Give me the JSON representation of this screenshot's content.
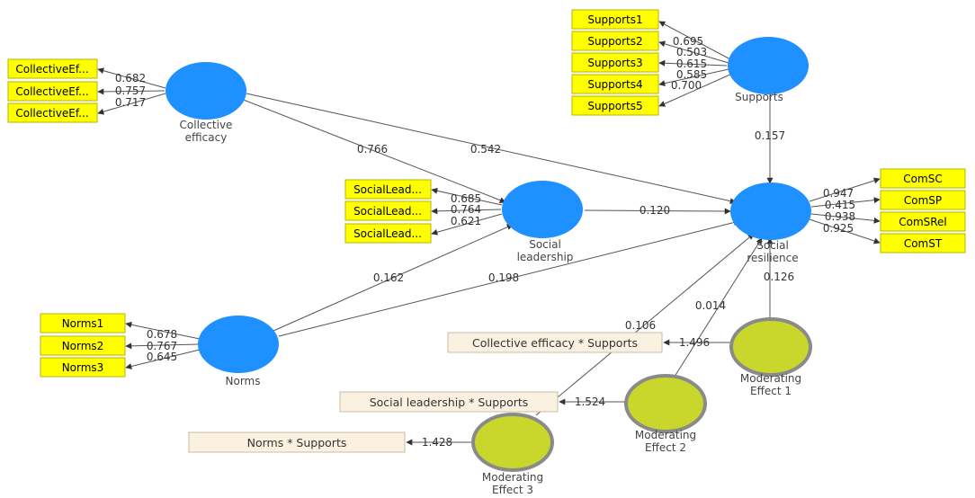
{
  "colors": {
    "latent": "#1e90ff",
    "moderator": "#c9d62b",
    "moderator_border": "#8a8a8a",
    "indicator": "#ffff00",
    "interaction_box": "#fbf1e1"
  },
  "latents": {
    "collective_efficacy": {
      "label": [
        "Collective",
        "efficacy"
      ]
    },
    "social_leadership": {
      "label": [
        "Social",
        "leadership"
      ]
    },
    "norms": {
      "label": [
        "Norms"
      ]
    },
    "supports": {
      "label": [
        "Supports"
      ]
    },
    "social_resilience": {
      "label": [
        "Social",
        "resilience"
      ]
    },
    "mod1": {
      "label": [
        "Moderating",
        "Effect 1"
      ]
    },
    "mod2": {
      "label": [
        "Moderating",
        "Effect 2"
      ]
    },
    "mod3": {
      "label": [
        "Moderating",
        "Effect 3"
      ]
    }
  },
  "indicators": {
    "supports": [
      {
        "label": "Supports1",
        "loading": "0.695"
      },
      {
        "label": "Supports2",
        "loading": "0.503"
      },
      {
        "label": "Supports3",
        "loading": "0.615"
      },
      {
        "label": "Supports4",
        "loading": "0.585"
      },
      {
        "label": "Supports5",
        "loading": "0.700"
      }
    ],
    "collective_efficacy": [
      {
        "label": "CollectiveEf...",
        "loading": "0.682"
      },
      {
        "label": "CollectiveEf...",
        "loading": "0.757"
      },
      {
        "label": "CollectiveEf...",
        "loading": "0.717"
      }
    ],
    "social_leadership": [
      {
        "label": "SocialLead...",
        "loading": "0.685"
      },
      {
        "label": "SocialLead...",
        "loading": "0.764"
      },
      {
        "label": "SocialLead...",
        "loading": "0.621"
      }
    ],
    "norms": [
      {
        "label": "Norms1",
        "loading": "0.678"
      },
      {
        "label": "Norms2",
        "loading": "0.767"
      },
      {
        "label": "Norms3",
        "loading": "0.645"
      }
    ],
    "social_resilience": [
      {
        "label": "ComSC",
        "loading": "0.947"
      },
      {
        "label": "ComSP",
        "loading": "0.415"
      },
      {
        "label": "ComSRel",
        "loading": "0.938"
      },
      {
        "label": "ComST",
        "loading": "0.925"
      }
    ]
  },
  "interaction_terms": {
    "ce_supports": {
      "label": "Collective efficacy * Supports",
      "loading": "1.496"
    },
    "sl_supports": {
      "label": "Social leadership * Supports",
      "loading": "1.524"
    },
    "norms_supports": {
      "label": "Norms * Supports",
      "loading": "1.428"
    }
  },
  "paths": {
    "ce_to_sl": "0.766",
    "ce_to_sr": "0.542",
    "sl_to_sr": "0.120",
    "norms_to_sl": "0.162",
    "norms_to_sr": "0.198",
    "supports_to_sr": "0.157",
    "mod1_to_sr": "0.126",
    "mod2_to_sr": "0.014",
    "mod3_to_sr": "0.106"
  }
}
